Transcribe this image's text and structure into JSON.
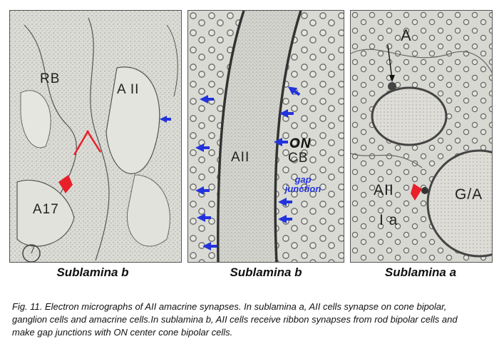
{
  "panels": [
    {
      "subtitle": "Sublamina b",
      "labels": {
        "rb": "RB",
        "aii": "A II",
        "a17": "A17"
      }
    },
    {
      "subtitle": "Sublamina b",
      "labels": {
        "aii": "AII",
        "on": "ON",
        "cb": "CB",
        "gap": "gap junction"
      }
    },
    {
      "subtitle": "Sublamina a",
      "labels": {
        "a": "A",
        "aii": "AII",
        "ga": "G/A",
        "ia": "I a"
      }
    }
  ],
  "caption": "Fig. 11. Electron micrographs of AII amacrine synapses. In sublamina a, AII cells synapse on cone bipolar, ganglion cells and amacrine cells.In sublamina b, AII cells receive ribbon synapses from rod bipolar cells and make gap junctions with ON center cone bipolar cells.",
  "colors": {
    "arrow_blue": "#2233dd",
    "arrow_red": "#e8202a",
    "micrograph_bg": "#d8d8d2"
  }
}
